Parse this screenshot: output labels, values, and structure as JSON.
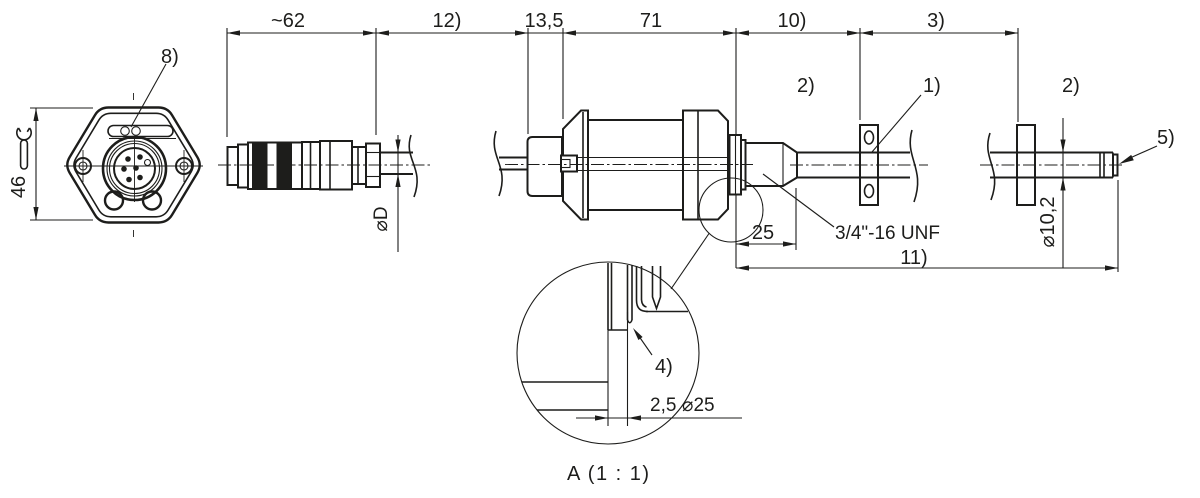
{
  "drawing_type": "technical-dimension-drawing",
  "colors": {
    "line": "#1d1d1b",
    "background": "#ffffff"
  },
  "texts": {
    "dim62": "~62",
    "dim12": "12)",
    "dim135": "13,5",
    "dim71": "71",
    "dim10": "10)",
    "dim3": "3)",
    "dim46": "46",
    "dim25": "25",
    "dim11": "11)",
    "dimPhiD": "⌀D",
    "dimPhi102": "⌀10,2",
    "thread": "3/4\"-16 UNF",
    "detailGap": "2,5",
    "detailPhi": "⌀25",
    "item1": "1)",
    "item2a": "2)",
    "item2b": "2)",
    "item4": "4)",
    "item5": "5)",
    "item8": "8)",
    "detailCaption": "A  (1 : 1)"
  }
}
